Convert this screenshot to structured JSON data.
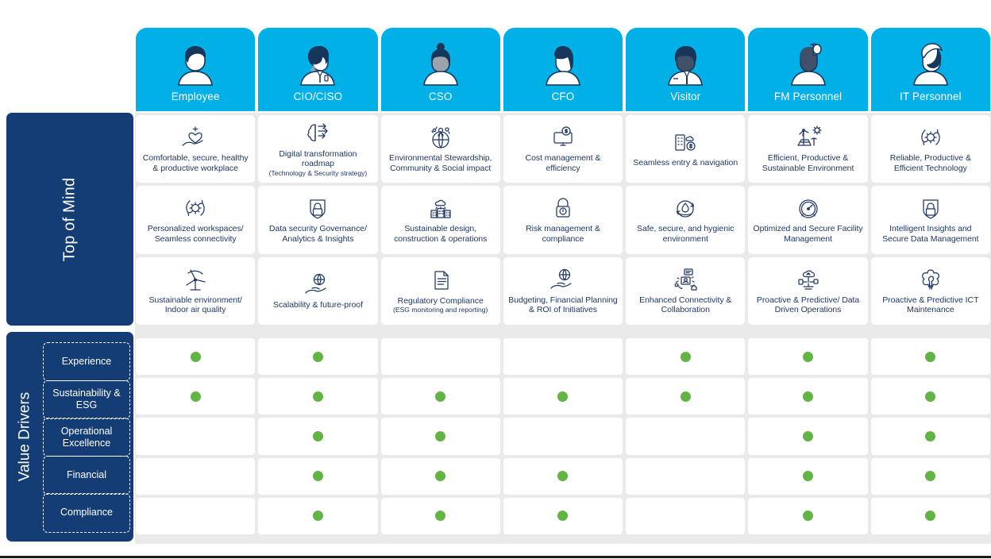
{
  "theme": {
    "header_blue": "#00b0e6",
    "sidebar_navy": "#153d75",
    "dot_green": "#62b445",
    "grid_bg": "#eaeaea",
    "text_navy": "#1f3864"
  },
  "personas": [
    {
      "label": "Employee",
      "icon": "employee-avatar-icon"
    },
    {
      "label": "CIO/CISO",
      "icon": "cio-ciso-avatar-icon"
    },
    {
      "label": "CSO",
      "icon": "cso-avatar-icon"
    },
    {
      "label": "CFO",
      "icon": "cfo-avatar-icon"
    },
    {
      "label": "Visitor",
      "icon": "visitor-avatar-icon"
    },
    {
      "label": "FM Personnel",
      "icon": "fm-personnel-avatar-icon"
    },
    {
      "label": "IT Personnel",
      "icon": "it-personnel-avatar-icon"
    }
  ],
  "top_of_mind": {
    "sidebar_label": "Top of Mind",
    "rows": [
      [
        {
          "text": "Comfortable, secure, healthy & productive workplace",
          "sub": "",
          "icon": "heart-in-hand-icon"
        },
        {
          "text": "Digital transformation roadmap",
          "sub": "(Technology & Security strategy)",
          "icon": "brain-network-icon"
        },
        {
          "text": "Environmental Stewardship, Community & Social impact",
          "sub": "",
          "icon": "globe-people-icon"
        },
        {
          "text": "Cost management & efficiency",
          "sub": "",
          "icon": "monitor-dollar-icon"
        },
        {
          "text": "Seamless entry & navigation",
          "sub": "",
          "icon": "building-cloud-access-icon"
        },
        {
          "text": "Efficient, Productive & Sustainable Environment",
          "sub": "",
          "icon": "solar-wind-energy-icon"
        },
        {
          "text": "Reliable, Productive & Efficient Technology",
          "sub": "",
          "icon": "gear-refresh-icon"
        }
      ],
      [
        {
          "text": "Personalized workspaces/ Seamless connectivity",
          "sub": "",
          "icon": "gear-refresh-icon"
        },
        {
          "text": "Data security Governance/ Analytics & Insights",
          "sub": "",
          "icon": "lock-shield-icon"
        },
        {
          "text": "Sustainable design, construction & operations",
          "sub": "",
          "icon": "smart-building-cloud-icon"
        },
        {
          "text": "Risk management & compliance",
          "sub": "",
          "icon": "padlock-warning-icon"
        },
        {
          "text": "Safe, secure, and hygienic environment",
          "sub": "",
          "icon": "water-droplet-cycle-icon"
        },
        {
          "text": "Optimized and Secure Facility Management",
          "sub": "",
          "icon": "gauge-meter-icon"
        },
        {
          "text": "Intelligent Insights and Secure Data Management",
          "sub": "",
          "icon": "lock-shield-icon"
        }
      ],
      [
        {
          "text": "Sustainable environment/ Indoor air quality",
          "sub": "",
          "icon": "wind-turbine-icon"
        },
        {
          "text": "Scalability & future-proof",
          "sub": "",
          "icon": "globe-in-hand-icon"
        },
        {
          "text": "Regulatory Compliance",
          "sub": "(ESG monitoring and reporting)",
          "icon": "document-lines-icon"
        },
        {
          "text": "Budgeting, Financial Planning & ROI of Initiatives",
          "sub": "",
          "icon": "globe-in-hand-icon"
        },
        {
          "text": "Enhanced Connectivity & Collaboration",
          "sub": "",
          "icon": "connected-devices-icon"
        },
        {
          "text": "Proactive & Predictive/ Data Driven Operations",
          "sub": "",
          "icon": "cloud-iot-network-icon"
        },
        {
          "text": "Proactive & Predictive ICT Maintenance",
          "sub": "",
          "icon": "gear-wrench-icon"
        }
      ]
    ]
  },
  "value_drivers": {
    "sidebar_label": "Value Drivers",
    "chips": [
      "Experience",
      "Sustainability & ESG",
      "Operational Excellence",
      "Financial",
      "Compliance"
    ],
    "matrix": [
      [
        true,
        true,
        false,
        false,
        true,
        true,
        true
      ],
      [
        true,
        true,
        true,
        true,
        true,
        true,
        true
      ],
      [
        false,
        true,
        true,
        false,
        false,
        true,
        true
      ],
      [
        false,
        true,
        true,
        true,
        false,
        true,
        true
      ],
      [
        false,
        true,
        true,
        true,
        false,
        true,
        true
      ]
    ]
  }
}
